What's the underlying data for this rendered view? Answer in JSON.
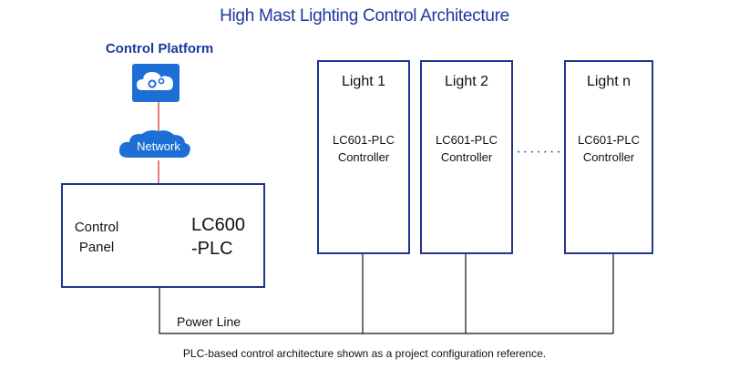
{
  "title": "High Mast Lighting Control Architecture",
  "control_platform": {
    "label": "Control Platform",
    "icon": "cloud-gears-icon"
  },
  "network": {
    "label": "Network",
    "icon": "cloud-icon"
  },
  "control_panel": {
    "label_line1": "Control",
    "label_line2": "Panel",
    "model_line1": "LC600",
    "model_line2": "-PLC",
    "device_icon": "plc-meter-icon"
  },
  "lights": [
    {
      "title": "Light 1",
      "model": "LC601-PLC",
      "role": "Controller",
      "icon": "controller-module-icon"
    },
    {
      "title": "Light 2",
      "model": "LC601-PLC",
      "role": "Controller",
      "icon": "controller-module-icon"
    },
    {
      "title": "Light n",
      "model": "LC601-PLC",
      "role": "Controller",
      "icon": "controller-module-icon"
    }
  ],
  "ellipsis": "·······",
  "power_line": {
    "label": "Power Line"
  },
  "caption": "PLC-based control architecture shown as a project configuration reference.",
  "colors": {
    "accent": "#1a3aa0",
    "box_border": "#1f3590",
    "link_line": "#d9242b",
    "controller_blue": "#1f57b8"
  }
}
